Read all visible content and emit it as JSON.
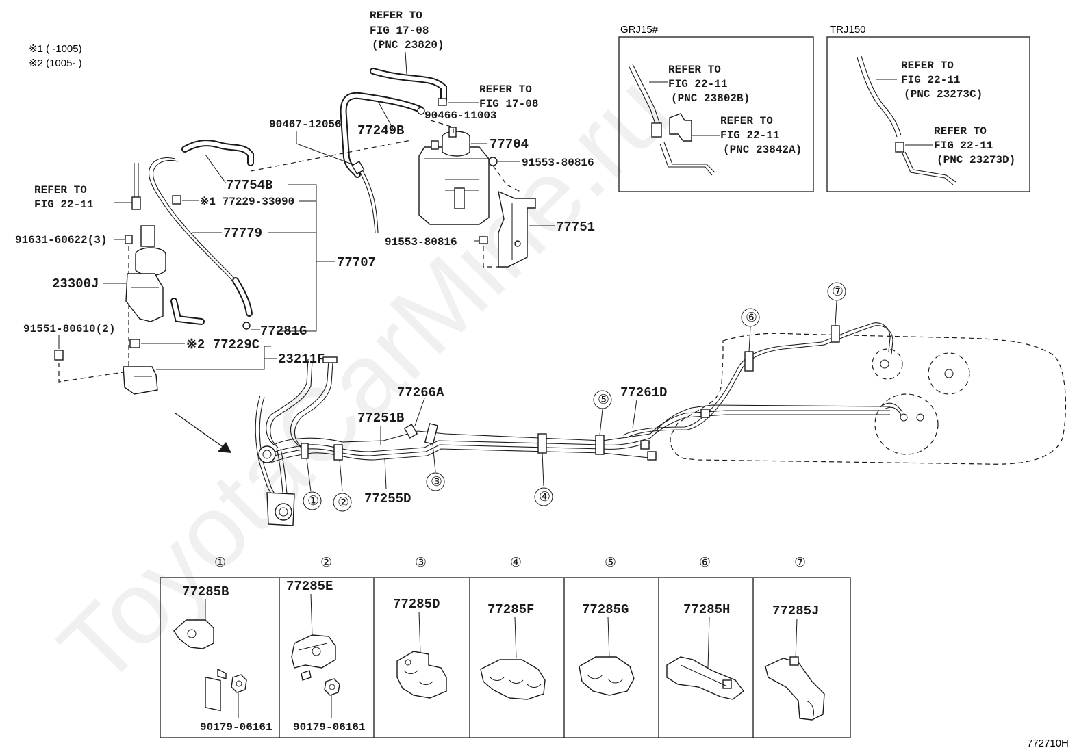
{
  "watermark": "ToyotaCarMine.ru",
  "notes": {
    "note1": "※1 (      -1005)",
    "note2": "※2 (1005-      )"
  },
  "refs": {
    "fig1708_top": [
      "REFER TO",
      "FIG 17-08",
      "(PNC 23820)"
    ],
    "fig1708_right": [
      "REFER TO",
      "FIG 17-08"
    ],
    "fig2211_left": [
      "REFER TO",
      "FIG 22-11"
    ]
  },
  "parts": {
    "p90466": "90466-11003",
    "p90467": "90467-12056",
    "p77249B": "77249B",
    "p77704": "77704",
    "p91553a": "91553-80816",
    "p77754B": "77754B",
    "p77229_33090": "※1 77229-33090",
    "p77779": "77779",
    "p77707": "77707",
    "p77751": "77751",
    "p91553b": "91553-80816",
    "p91631": "91631-60622(3)",
    "p23300J": "23300J",
    "p77281G": "77281G",
    "p91551": "91551-80610(2)",
    "p77229C": "※2 77229C",
    "p23211F": "23211F",
    "p77266A": "77266A",
    "p77251B": "77251B",
    "p77255D": "77255D",
    "p77261D": "77261D"
  },
  "inset_grj": {
    "title": "GRJ15#",
    "ref1": [
      "REFER TO",
      "FIG 22-11",
      "(PNC 23802B)"
    ],
    "ref2": [
      "REFER TO",
      "FIG 22-11",
      "(PNC 23842A)"
    ]
  },
  "inset_trj": {
    "title": "TRJ150",
    "ref1": [
      "REFER TO",
      "FIG 22-11",
      "(PNC 23273C)"
    ],
    "ref2": [
      "REFER TO",
      "FIG 22-11",
      "(PNC 23273D)"
    ]
  },
  "clamp_markers": [
    "①",
    "②",
    "③",
    "④",
    "⑤",
    "⑥",
    "⑦"
  ],
  "clamp_table": [
    {
      "marker": "①",
      "part": "77285B",
      "nut": "90179-06161"
    },
    {
      "marker": "②",
      "part": "77285E",
      "nut": "90179-06161"
    },
    {
      "marker": "③",
      "part": "77285D",
      "nut": ""
    },
    {
      "marker": "④",
      "part": "77285F",
      "nut": ""
    },
    {
      "marker": "⑤",
      "part": "77285G",
      "nut": ""
    },
    {
      "marker": "⑥",
      "part": "77285H",
      "nut": ""
    },
    {
      "marker": "⑦",
      "part": "77285J",
      "nut": ""
    }
  ],
  "figure_code": "772710H"
}
